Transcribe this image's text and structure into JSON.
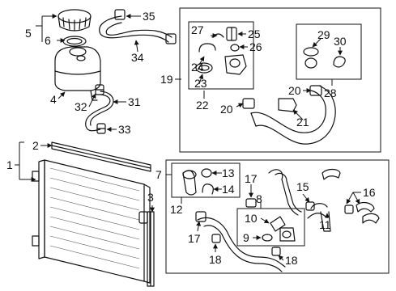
{
  "callouts": {
    "c1": "1",
    "c2": "2",
    "c3": "3",
    "c4": "4",
    "c5": "5",
    "c6": "6",
    "c7": "7",
    "c8": "8",
    "c9": "9",
    "c10": "10",
    "c11": "11",
    "c12": "12",
    "c13": "13",
    "c14": "14",
    "c15": "15",
    "c16": "16",
    "c17a": "17",
    "c17b": "17",
    "c18a": "18",
    "c18b": "18",
    "c19": "19",
    "c20a": "20",
    "c20b": "20",
    "c21": "21",
    "c22": "22",
    "c23": "23",
    "c24": "24",
    "c25": "25",
    "c26": "26",
    "c27": "27",
    "c28": "28",
    "c29": "29",
    "c30": "30",
    "c31": "31",
    "c32": "32",
    "c33": "33",
    "c34": "34",
    "c35": "35"
  }
}
